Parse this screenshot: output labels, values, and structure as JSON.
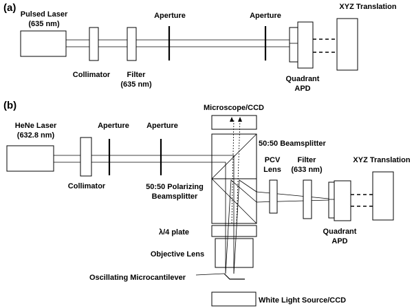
{
  "panel_a": {
    "tag": "(a)",
    "pulsed_laser": [
      "Pulsed Laser",
      "(635 nm)"
    ],
    "collimator": "Collimator",
    "filter": [
      "Filter",
      "(635 nm)"
    ],
    "aperture_1": "Aperture",
    "aperture_2": "Aperture",
    "quadrant_apd": [
      "Quadrant",
      "APD"
    ],
    "xyz_translation": "XYZ Translation"
  },
  "panel_b": {
    "tag": "(b)",
    "hene_laser": [
      "HeNe Laser",
      "(632.8 nm)"
    ],
    "aperture_1": "Aperture",
    "aperture_2": "Aperture",
    "collimator": "Collimator",
    "microscope_ccd": "Microscope/CCD",
    "beamsplitter_5050": "50:50 Beamsplitter",
    "polarizing_beamsplitter": [
      "50:50 Polarizing",
      "Beamsplitter"
    ],
    "pcv_lens": [
      "PCV",
      "Lens"
    ],
    "filter": [
      "Filter",
      "(633 nm)"
    ],
    "xyz_translation": "XYZ Translation",
    "quadrant_apd": [
      "Quadrant",
      "APD"
    ],
    "quarter_wave_plate": "λ/4 plate",
    "objective_lens": "Objective Lens",
    "oscillating_microcantilever": "Oscillating Microcantilever",
    "white_light_source": "White Light Source/CCD"
  }
}
